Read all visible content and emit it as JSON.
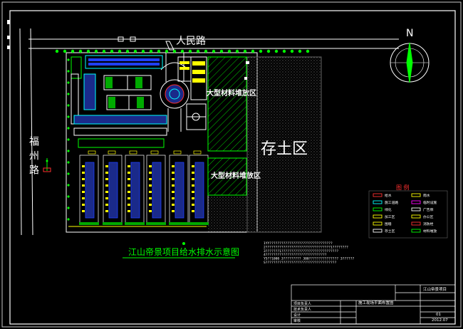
{
  "title": "江山帝景项目给水排水示意图",
  "roads": {
    "north": "人民路",
    "west": "福州路"
  },
  "compass_label": "N",
  "zones": {
    "material_top": "大型材料堆放区",
    "material_bottom": "大型材料堆放区",
    "soil": "存土区"
  },
  "legend": {
    "title": "图 例",
    "items": [
      {
        "label": "给水",
        "color": "#ff3030"
      },
      {
        "label": "雨水",
        "color": "#ffff00"
      },
      {
        "label": "施工道路",
        "color": "#00ffff"
      },
      {
        "label": "临时设施",
        "color": "#ff00ff"
      },
      {
        "label": "绿化",
        "color": "#00ff00"
      },
      {
        "label": "广告牌",
        "color": "#ffffff"
      },
      {
        "label": "加工区",
        "color": "#ffff00"
      },
      {
        "label": "办公区",
        "color": "#ffff00"
      },
      {
        "label": "围墙",
        "color": "#ffff00"
      },
      {
        "label": "消防栓",
        "color": "#ff3030"
      },
      {
        "label": "存土区",
        "color": "#ffffff"
      },
      {
        "label": "材料堆放",
        "color": "#00ff00"
      }
    ]
  },
  "notes": [
    "1YY????????????????????????????????",
    "2?????????????????????????????????1????????",
    "3???????1?????????????????????????????",
    "4???????????????????????????????",
    "Y5??1000 3????????? 300??????????????? 3??????",
    "S????????????????????????????????????"
  ],
  "title_block": {
    "project": "江山帝景项目",
    "drawing": "施工现场平面布置图",
    "rows": [
      "项目负责人",
      "技术负责人",
      "设计",
      "审核"
    ],
    "number": "01",
    "date": "2012.07"
  },
  "colors": {
    "background": "#000000",
    "frame": "#ffffff",
    "road": "#ffffff",
    "green": "#00ff00",
    "cyan": "#00ffff",
    "yellow": "#ffff00",
    "blue": "#2040ff",
    "magenta": "#ff00ff",
    "red": "#ff3030"
  }
}
